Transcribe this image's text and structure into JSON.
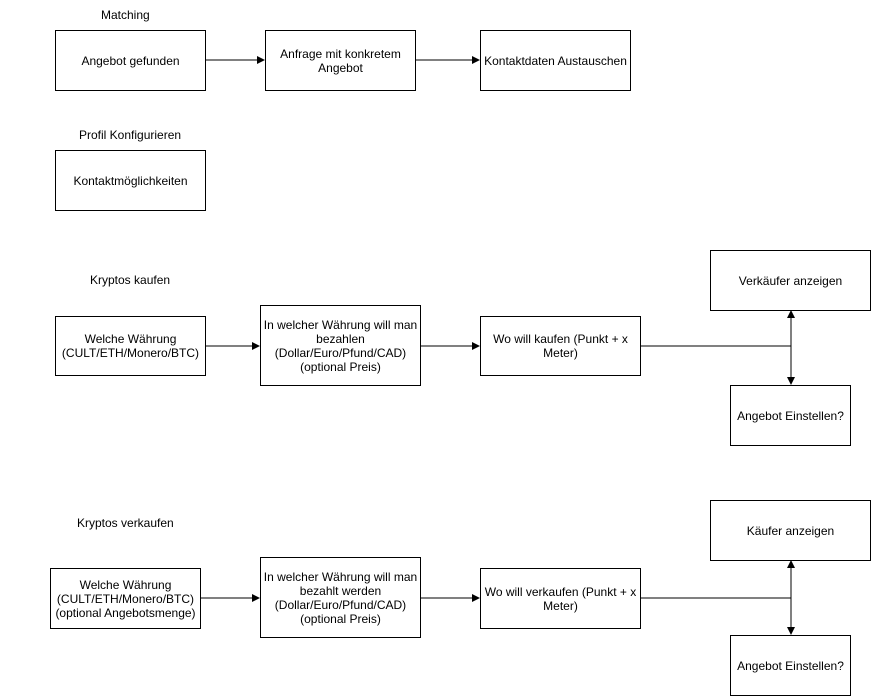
{
  "sections": {
    "matching": {
      "title": "Matching",
      "boxes": [
        "Angebot gefunden",
        "Anfrage mit konkretem\nAngebot",
        "Kontaktdaten Austauschen"
      ]
    },
    "profil": {
      "title": "Profil Konfigurieren",
      "boxes": [
        "Kontaktmöglichkeiten"
      ]
    },
    "kaufen": {
      "title": "Kryptos kaufen",
      "boxes": [
        "Welche Währung\n(CULT/ETH/Monero/BTC)",
        "In welcher Währung will man\nbezahlen\n(Dollar/Euro/Pfund/CAD)\n(optional Preis)",
        "Wo will kaufen (Punkt + x\nMeter)",
        "Verkäufer anzeigen",
        "Angebot Einstellen?"
      ]
    },
    "verkaufen": {
      "title": "Kryptos verkaufen",
      "boxes": [
        "Welche Währung\n(CULT/ETH/Monero/BTC)\n(optional Angebotsmenge)",
        "In welcher Währung will man\nbezahlt werden\n(Dollar/Euro/Pfund/CAD)\n(optional Preis)",
        "Wo will verkaufen (Punkt + x\nMeter)",
        "Käufer anzeigen",
        "Angebot Einstellen?"
      ]
    }
  }
}
